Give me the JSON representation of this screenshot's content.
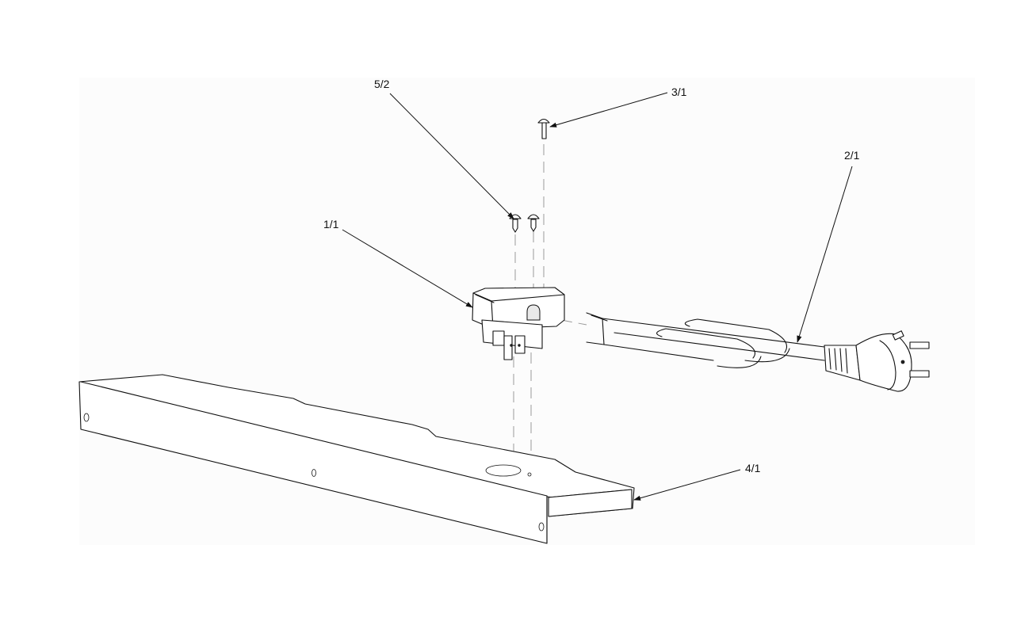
{
  "callouts": {
    "c1": "5/2",
    "c2": "3/1",
    "c3": "2/1",
    "c4": "1/1",
    "c5": "4/1"
  }
}
